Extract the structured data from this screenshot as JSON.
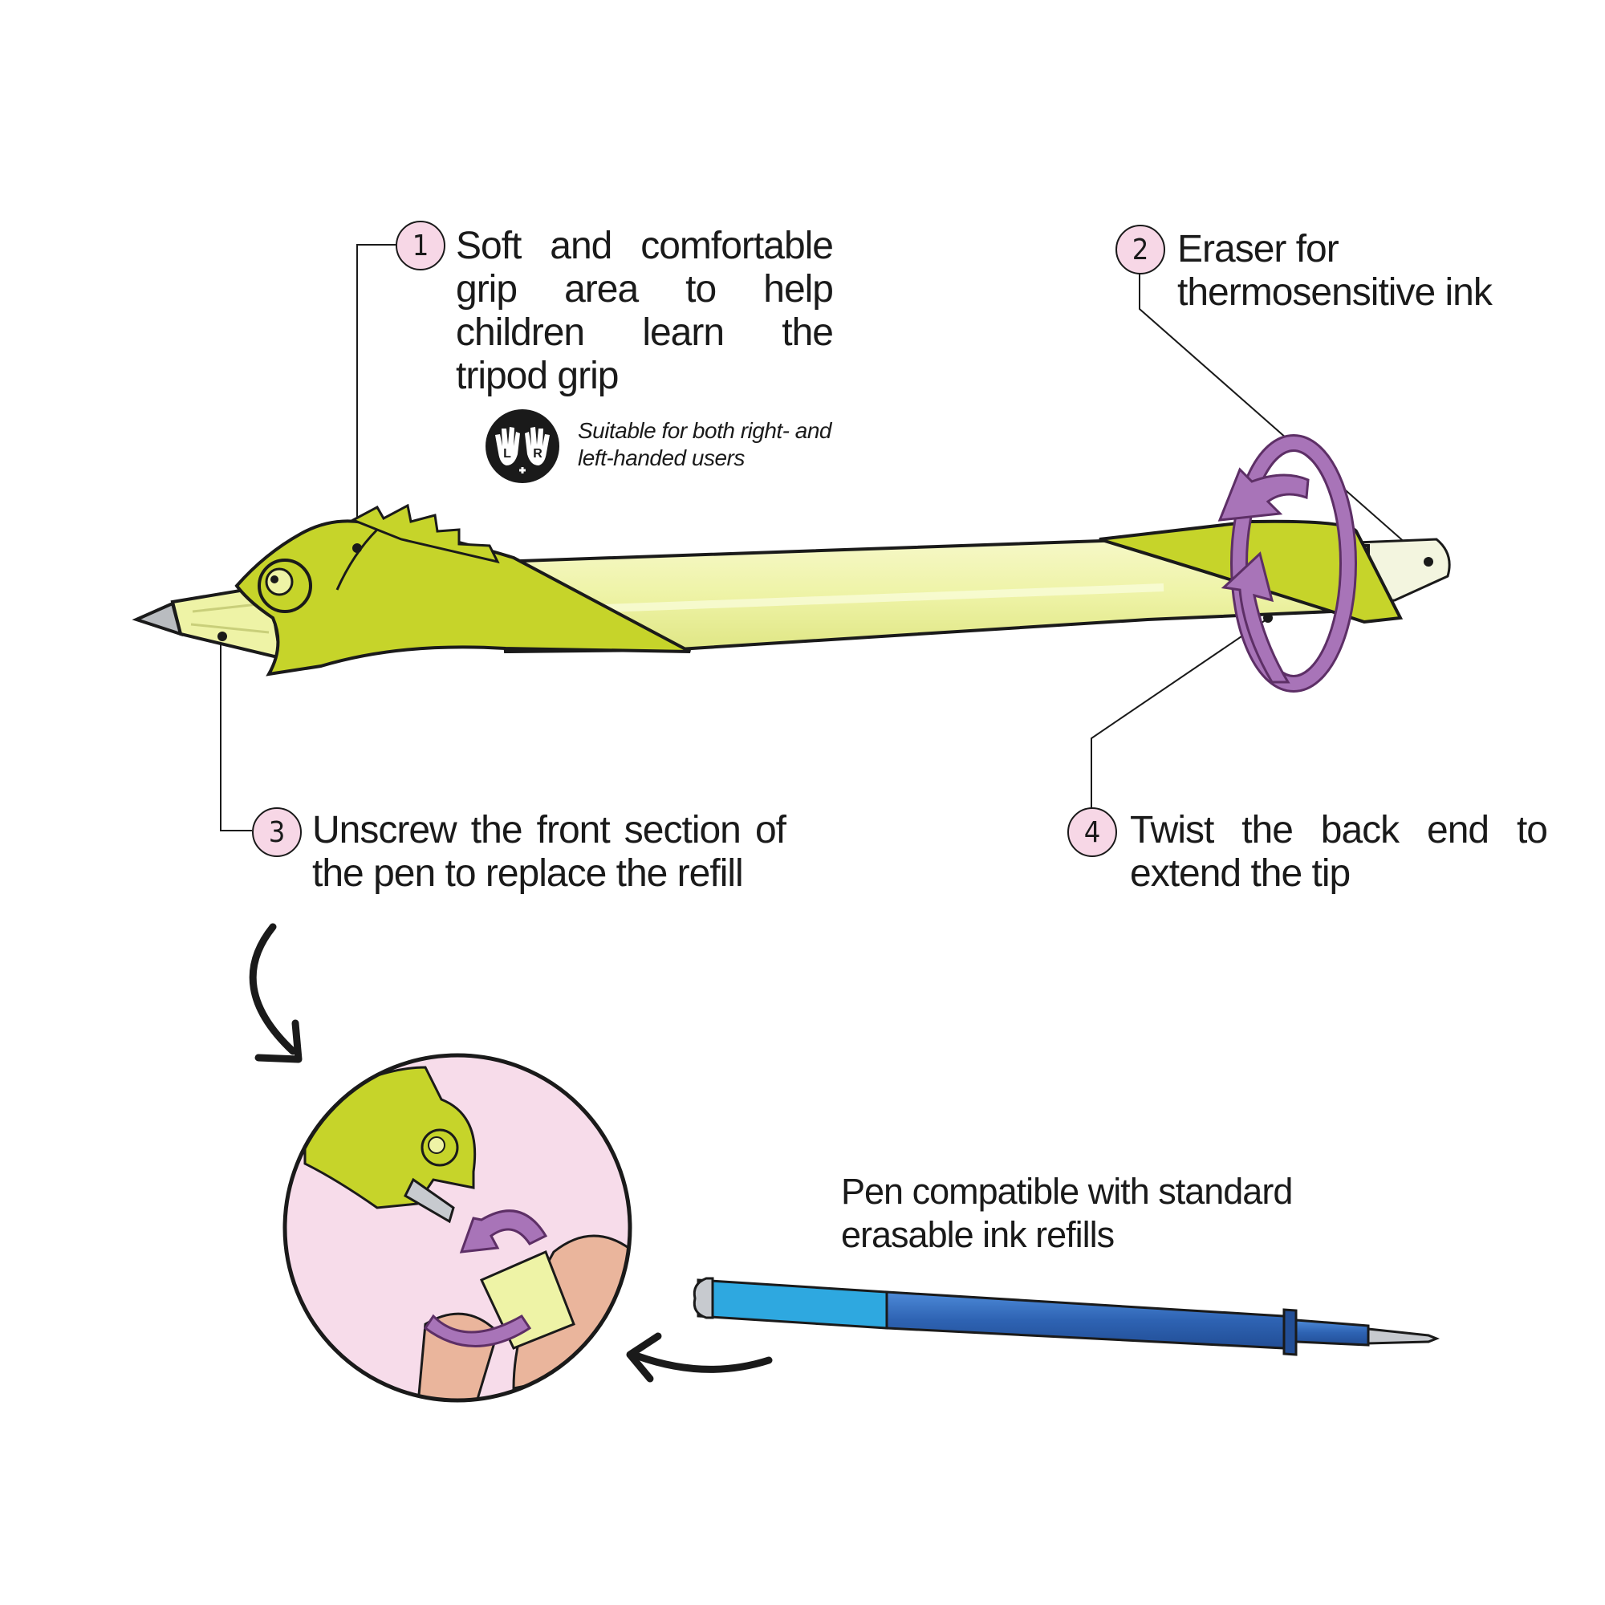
{
  "callouts": [
    {
      "number": "1",
      "text": "Soft and comfortable grip area to help children learn the tripod grip"
    },
    {
      "number": "2",
      "text": "Eraser for thermosensitive ink"
    },
    {
      "number": "3",
      "text": "Unscrew the front section of the pen to replace the refill"
    },
    {
      "number": "4",
      "text": "Twist the back end to extend the tip"
    }
  ],
  "hands_note": {
    "text": "Suitable for both right- and left-handed users",
    "left_letter": "L",
    "right_letter": "R",
    "icon": "two-hands-icon"
  },
  "refill_note": {
    "text": "Pen compatible with standard erasable ink refills"
  },
  "colors": {
    "body_lime": "#eef3a6",
    "grip_green": "#c6d42a",
    "twist_arrow_purple": "#a874b8",
    "refill_blue": "#2e63b3",
    "refill_cyan": "#2ea8e0",
    "inset_pink": "#f7dcea",
    "number_circle_pink": "#f7d7e6"
  }
}
